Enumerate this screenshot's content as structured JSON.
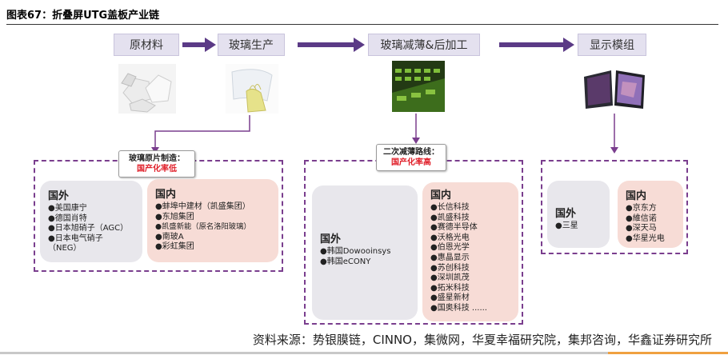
{
  "figure": {
    "title": "图表67：折叠屏UTG盖板产业链"
  },
  "chain": {
    "stages": [
      "原材料",
      "玻璃生产",
      "玻璃减薄&后加工",
      "显示模组"
    ]
  },
  "sections": {
    "glass": {
      "callout_title": "玻璃原片制造：",
      "callout_sub": "国产化率低",
      "foreign": {
        "heading": "国外",
        "items": [
          "●美国康宁",
          "●德国肖特",
          "●日本旭硝子（AGC）",
          "●日本电气硝子",
          "（NEG）"
        ]
      },
      "domestic": {
        "heading": "国内",
        "items": [
          "●蚌埠中建材（凯盛集团）",
          "●东旭集团",
          "●凯盛新能（原名洛阳玻璃）",
          "●南玻A",
          "●彩虹集团"
        ]
      }
    },
    "thinning": {
      "callout_title": "二次减薄路线：",
      "callout_sub": "国产化率高",
      "foreign": {
        "heading": "国外",
        "items": [
          "●韩国Dowooinsys",
          "●韩国eCONY"
        ]
      },
      "domestic": {
        "heading": "国内",
        "items": [
          "●长信科技",
          "●凯盛科技",
          "●赛德半导体",
          "●沃格光电",
          "●伯恩光学",
          "●惠晶显示",
          "●苏创科技",
          "●深圳凯茂",
          "●拓米科技",
          "●盛星新材",
          "●国奥科技 ......"
        ]
      }
    },
    "module": {
      "foreign": {
        "heading": "国外",
        "items": [
          "●三星"
        ]
      },
      "domestic": {
        "heading": "国内",
        "items": [
          "●京东方",
          "●維信诺",
          "●深天马",
          "●华星光电"
        ]
      }
    }
  },
  "source": "资料来源：势银膜链，CINNO，集微网，华夏幸福研究院，集邦咨询，华鑫证券研究所",
  "colors": {
    "stage_fill": "#e4e1ef",
    "arrow": "#5b3a86",
    "dash": "#7a3e8e",
    "foreign_panel": "#e8e7ec",
    "domestic_panel": "#f7dcd6",
    "callout_sub": "#e0202a"
  }
}
